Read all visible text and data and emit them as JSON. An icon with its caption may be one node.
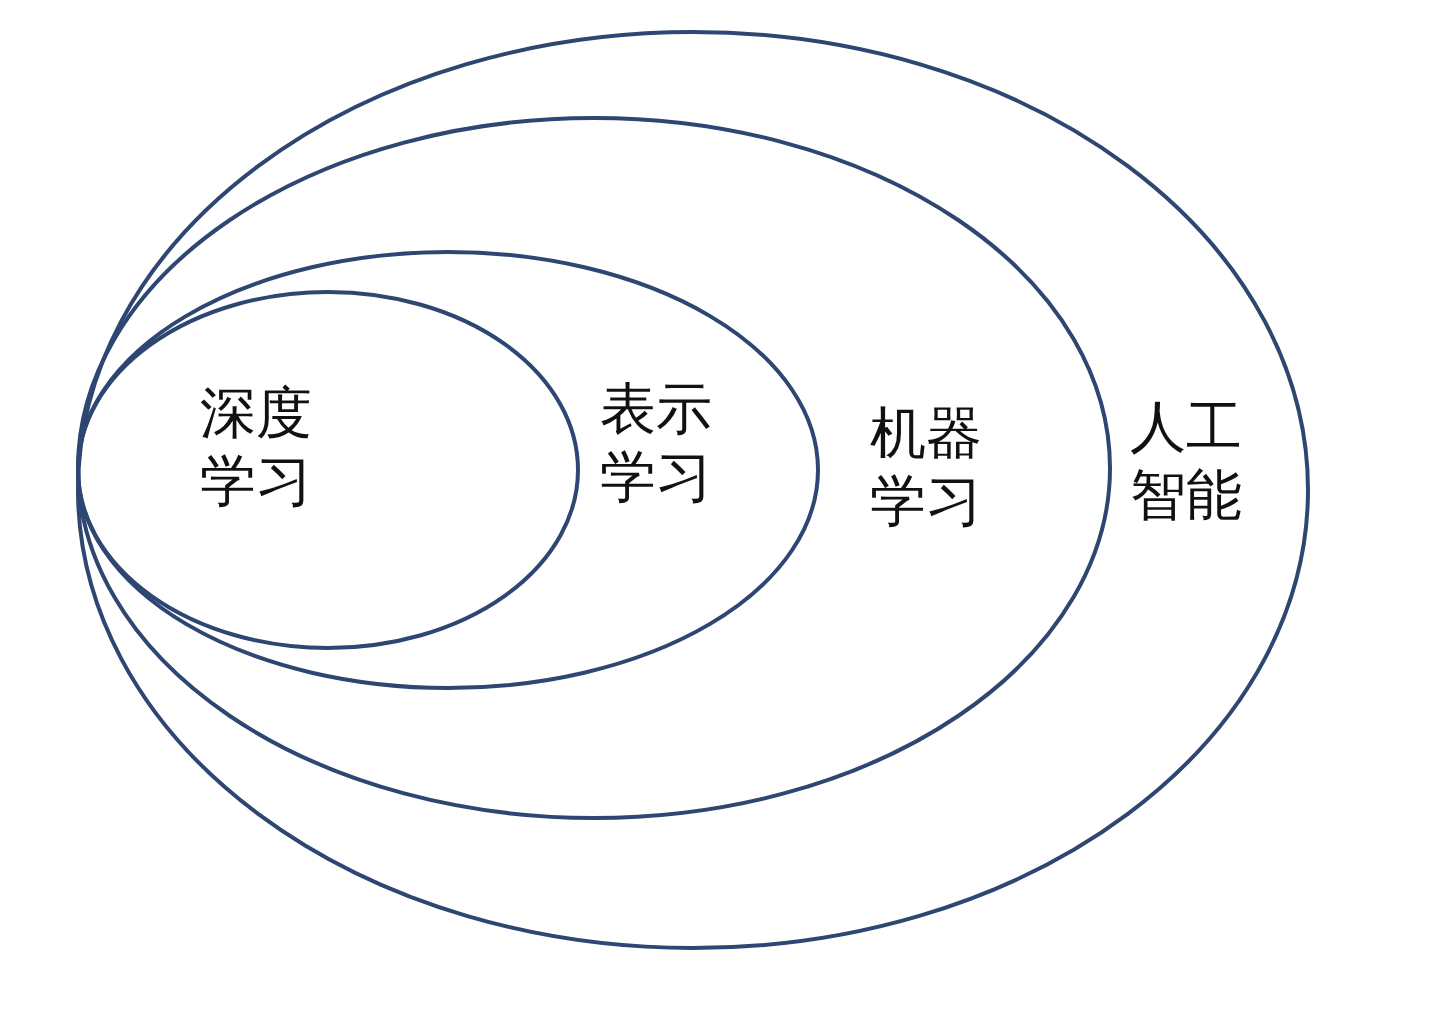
{
  "diagram": {
    "nodes": [
      {
        "text": [
          "人工智能"
        ]
      },
      {
        "text": [
          "机器学习"
        ],
        "in": 0
      },
      {
        "text": [
          "表示学习"
        ],
        "in": 1
      },
      {
        "text": [
          "深度学习"
        ],
        "in": 2
      }
    ]
  }
}
